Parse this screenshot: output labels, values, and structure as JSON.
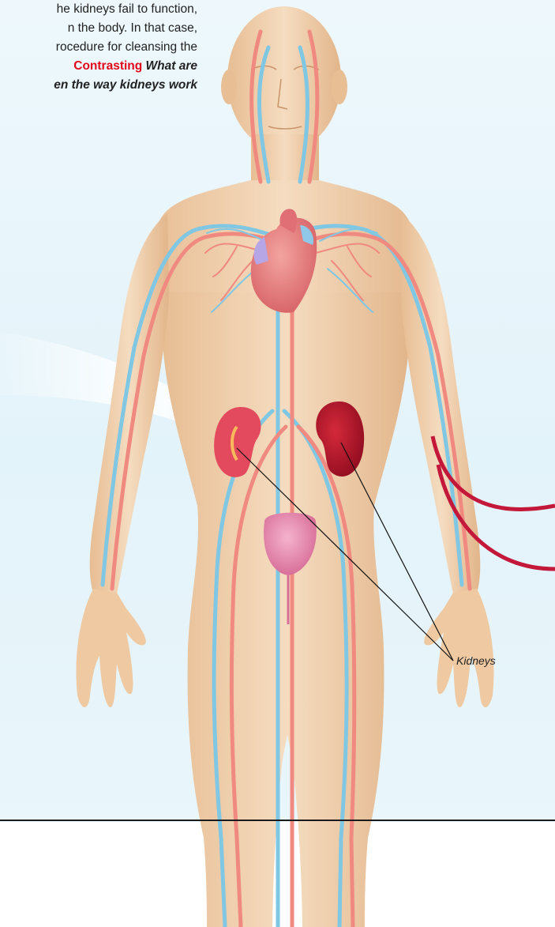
{
  "text": {
    "line1": "he kidneys fail to function,",
    "line2": "n the body. In that case,",
    "line3": "rocedure for cleansing the",
    "contrasting_label": "Contrasting",
    "question_part1": " What are",
    "line5": "en the way kidneys work"
  },
  "labels": {
    "kidneys": "Kidneys"
  },
  "colors": {
    "accent_red": "#e3061b",
    "skin": "#f2d0ad",
    "artery": "#f08a80",
    "vein": "#7fc7e3",
    "kidney_dark": "#b5122a",
    "bladder": "#e88fb1",
    "background": "#e6f4fa"
  },
  "icons": {
    "figure": "human-circulatory-system-illustration"
  }
}
